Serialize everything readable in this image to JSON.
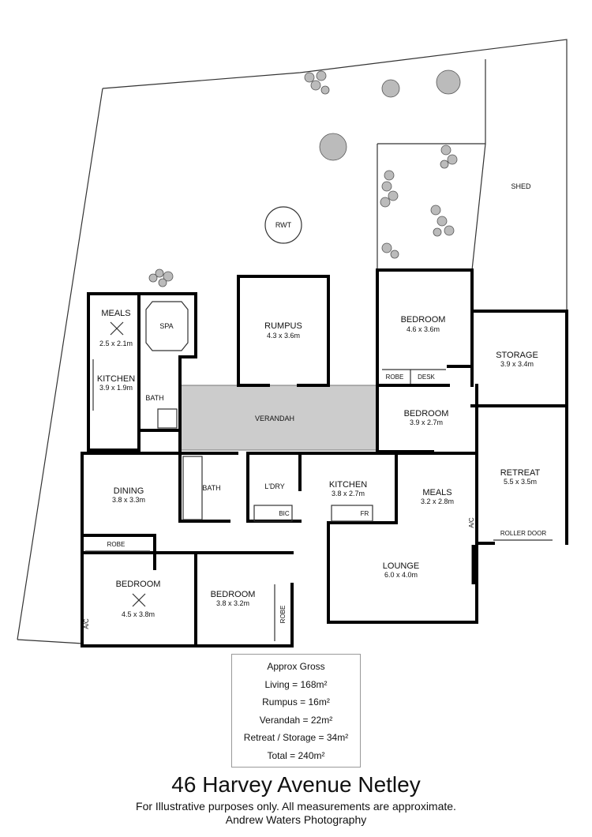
{
  "rooms": {
    "shed": {
      "name": "SHED"
    },
    "rwt": {
      "name": "RWT"
    },
    "meals_west": {
      "name": "MEALS",
      "dim": "2.5 x 2.1m"
    },
    "spa": {
      "name": "SPA"
    },
    "kitchen_west": {
      "name": "KITCHEN",
      "dim": "3.9 x 1.9m"
    },
    "bath_north": {
      "name": "BATH"
    },
    "rumpus": {
      "name": "RUMPUS",
      "dim": "4.3 x 3.6m"
    },
    "bedroom_ne": {
      "name": "BEDROOM",
      "dim": "4.6 x 3.6m"
    },
    "robe_ne": {
      "name": "ROBE"
    },
    "desk": {
      "name": "DESK"
    },
    "storage": {
      "name": "STORAGE",
      "dim": "3.9 x 3.4m"
    },
    "verandah": {
      "name": "VERANDAH"
    },
    "bedroom_e": {
      "name": "BEDROOM",
      "dim": "3.9 x 2.7m"
    },
    "retreat": {
      "name": "RETREAT",
      "dim": "5.5 x 3.5m"
    },
    "roller_door": {
      "name": "ROLLER DOOR"
    },
    "dining": {
      "name": "DINING",
      "dim": "3.8 x 3.3m"
    },
    "bath_south": {
      "name": "BATH"
    },
    "ldry": {
      "name": "L'DRY"
    },
    "bic": {
      "name": "BIC"
    },
    "kitchen_main": {
      "name": "KITCHEN",
      "dim": "3.8 x 2.7m"
    },
    "fr": {
      "name": "FR"
    },
    "meals_main": {
      "name": "MEALS",
      "dim": "3.2 x 2.8m"
    },
    "ac_meals": {
      "name": "A/C"
    },
    "robe_sw": {
      "name": "ROBE"
    },
    "lounge": {
      "name": "LOUNGE",
      "dim": "6.0 x 4.0m"
    },
    "bedroom_sw": {
      "name": "BEDROOM",
      "dim": "4.5 x 3.8m"
    },
    "ac_bed": {
      "name": "A/C"
    },
    "bedroom_s": {
      "name": "BEDROOM",
      "dim": "3.8 x 3.2m"
    },
    "robe_s": {
      "name": "ROBE"
    }
  },
  "areas": {
    "heading": "Approx Gross",
    "living": "Living = 168m²",
    "rumpus": "Rumpus = 16m²",
    "verandah": "Verandah = 22m²",
    "retreat_storage": "Retreat / Storage = 34m²",
    "total": "Total = 240m²"
  },
  "title": "46 Harvey Avenue Netley",
  "disclaimer": "For Illustrative purposes only.  All measurements are approximate.",
  "credit": "Andrew Waters Photography",
  "colors": {
    "wall": "#000000",
    "verandah_fill": "#cccccc",
    "tree": "#bbbbbb"
  }
}
